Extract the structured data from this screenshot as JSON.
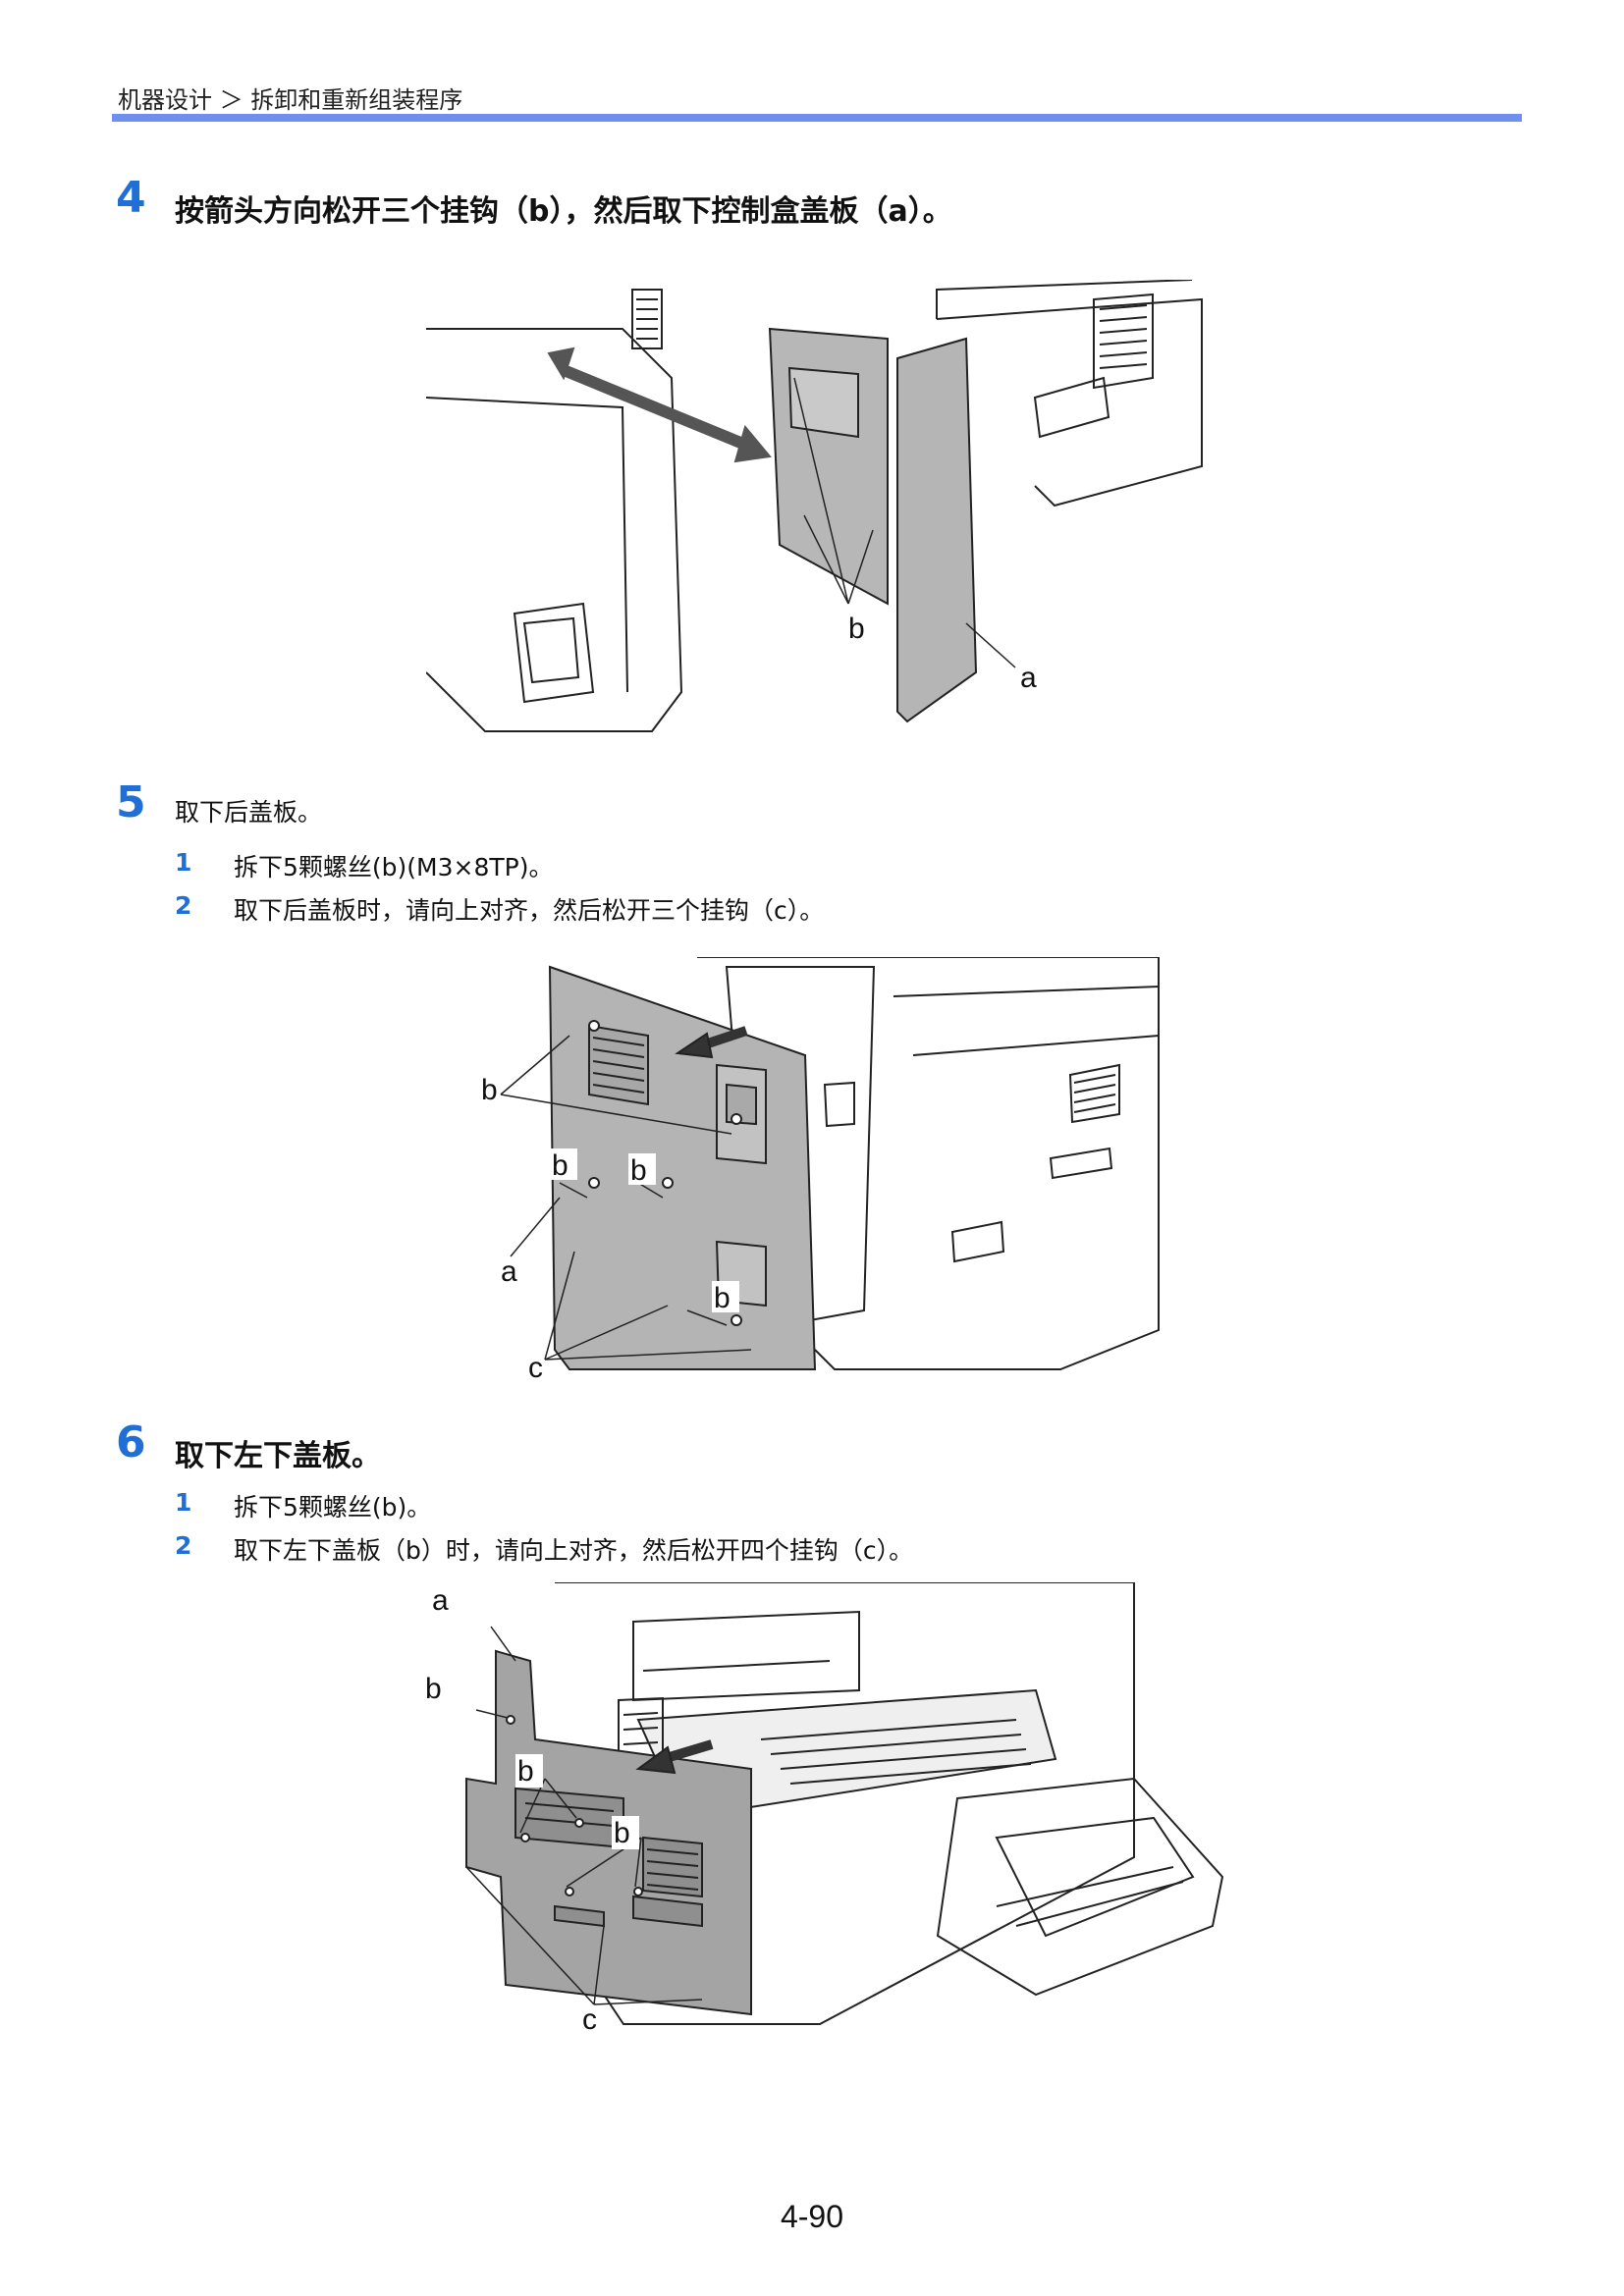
{
  "header": {
    "breadcrumb": "机器设计 ＞ 拆卸和重新组装程序"
  },
  "steps": [
    {
      "number": "4",
      "title": "按箭头方向松开三个挂钩（b），然后取下控制盒盖板（a）。",
      "callouts": [
        "b",
        "a"
      ]
    },
    {
      "number": "5",
      "title": "取下后盖板。",
      "substeps": [
        {
          "number": "1",
          "text": "拆下5颗螺丝(b)(M3×8TP)。"
        },
        {
          "number": "2",
          "text": "取下后盖板时，请向上对齐，然后松开三个挂钩（c）。"
        }
      ],
      "callouts": [
        "b",
        "b",
        "b",
        "a",
        "b",
        "c"
      ]
    },
    {
      "number": "6",
      "title": "取下左下盖板。",
      "substeps": [
        {
          "number": "1",
          "text": "拆下5颗螺丝(b)。"
        },
        {
          "number": "2",
          "text": "取下左下盖板（b）时，请向上对齐，然后松开四个挂钩（c）。"
        }
      ],
      "callouts": [
        "a",
        "b",
        "b",
        "b",
        "c"
      ]
    }
  ],
  "footer": {
    "page_number": "4-90"
  }
}
